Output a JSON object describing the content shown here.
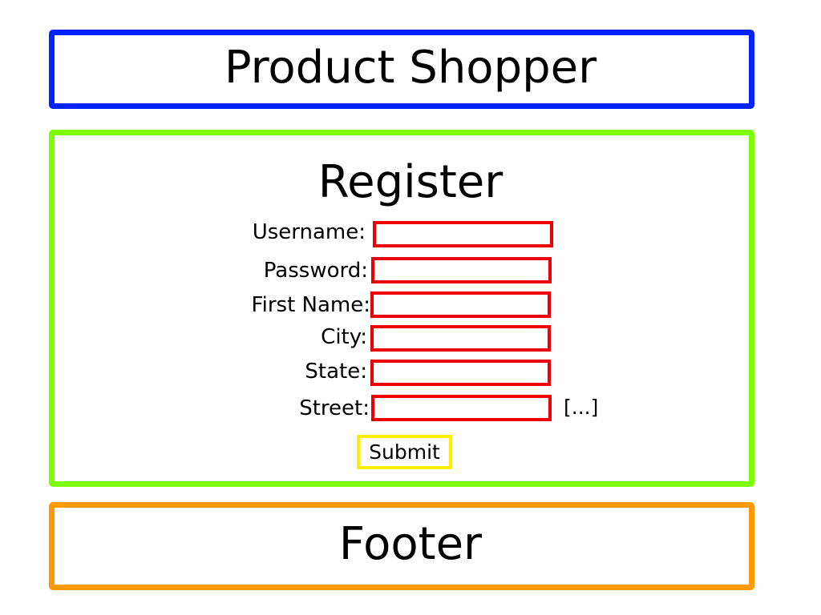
{
  "header": {
    "title": "Product Shopper",
    "border_color": "#0022ff"
  },
  "main": {
    "border_color": "#7cff00",
    "form_title": "Register",
    "fields": [
      {
        "label": "Username:",
        "value": "",
        "placeholder": ""
      },
      {
        "label": "Password:",
        "value": "",
        "placeholder": ""
      },
      {
        "label": "First Name:",
        "value": "",
        "placeholder": ""
      },
      {
        "label": "City:",
        "value": "",
        "placeholder": ""
      },
      {
        "label": "State:",
        "value": "",
        "placeholder": ""
      },
      {
        "label": "Street:",
        "value": "",
        "placeholder": ""
      }
    ],
    "field_border_color": "#ee0000",
    "more_indicator": "[...]",
    "submit_label": "Submit",
    "submit_border_color": "#ffee00"
  },
  "footer": {
    "title": "Footer",
    "border_color": "#ff9900"
  }
}
